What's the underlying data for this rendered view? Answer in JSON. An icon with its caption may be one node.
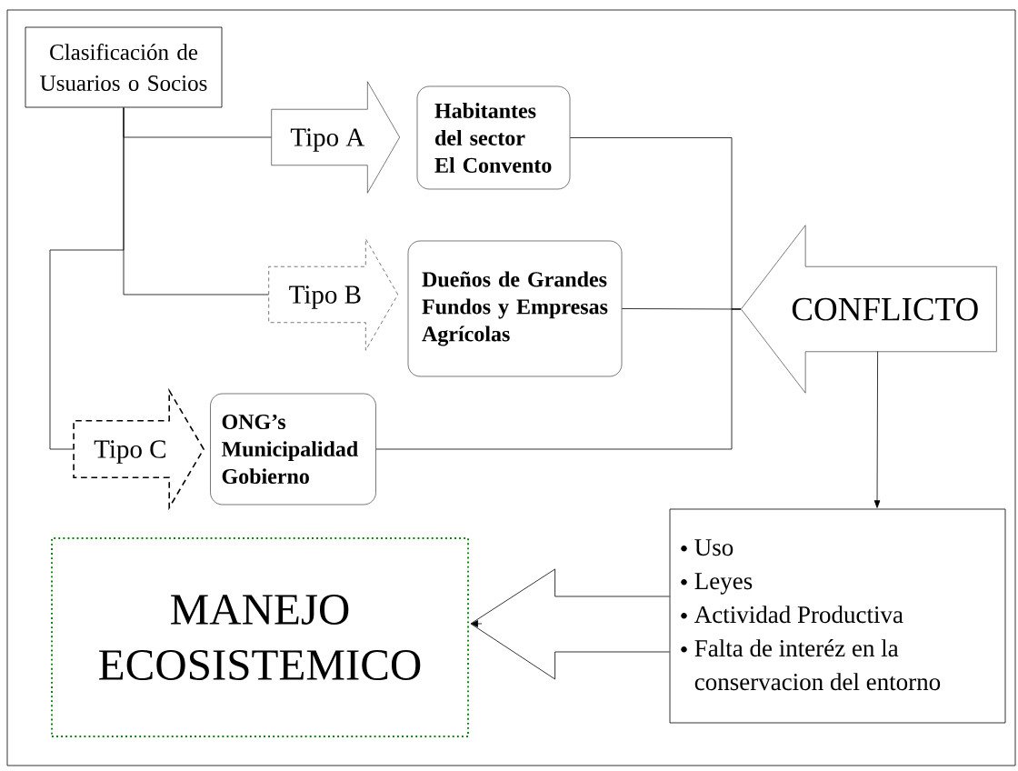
{
  "diagram": {
    "nodes": [
      {
        "text": [
          "Clasificación de Usuarios o Socios"
        ]
      },
      {
        "text": [
          "Tipo A"
        ]
      },
      {
        "text": [
          "Habitantes del sector El Convento"
        ]
      },
      {
        "text": [
          "Tipo B"
        ]
      },
      {
        "text": [
          "Dueños de Grandes Fundos y Empresas Agrícolas"
        ]
      },
      {
        "text": [
          "Tipo C"
        ]
      },
      {
        "text": [
          "ONG’s Municipalidad Gobierno"
        ]
      },
      {
        "text": [
          "CONFLICTO"
        ]
      },
      {
        "text": [
          "Uso",
          "Leyes",
          "Actividad Productiva",
          "Falta de interéz en la conservacion del entorno"
        ]
      },
      {
        "text": [
          "MANEJO ECOSISTEMICO"
        ]
      }
    ],
    "edges": [
      {
        "from": 0,
        "to": 1,
        "arrow": "none"
      },
      {
        "from": 0,
        "to": 3,
        "arrow": "none"
      },
      {
        "from": 0,
        "to": 5,
        "arrow": "none"
      },
      {
        "from": 2,
        "to": 7,
        "arrow": "none"
      },
      {
        "from": 4,
        "to": 7,
        "arrow": "none"
      },
      {
        "from": 6,
        "to": 7,
        "arrow": "none"
      },
      {
        "from": 7,
        "to": 8,
        "arrow": "to"
      },
      {
        "from": 8,
        "to": 9,
        "arrow": "to"
      }
    ]
  }
}
